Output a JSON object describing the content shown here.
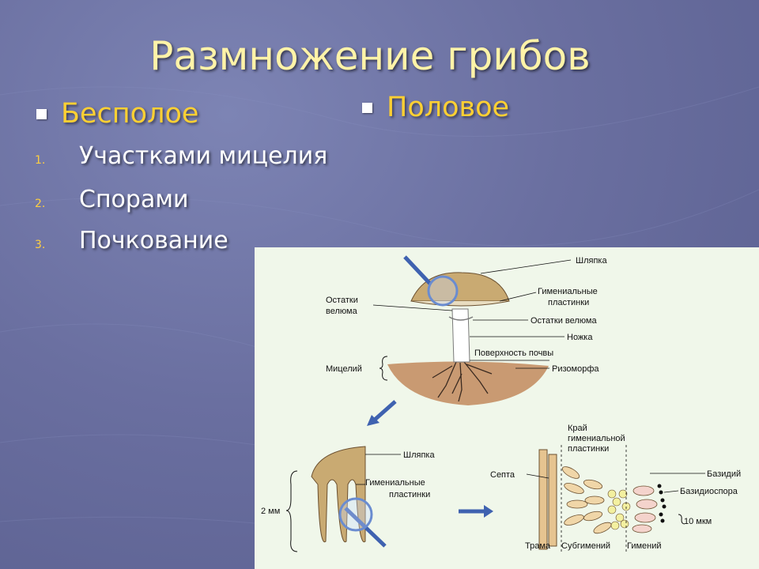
{
  "slide": {
    "title": "Размножение грибов",
    "asexual": {
      "heading": "Бесполое",
      "items": [
        {
          "num": "1.",
          "text": "Участками мицелия"
        },
        {
          "num": "2.",
          "text": "Спорами"
        },
        {
          "num": "3.",
          "text": "Почкование"
        }
      ]
    },
    "sexual": {
      "heading": "Половое"
    }
  },
  "figure": {
    "labels": {
      "cap": "Шляпка",
      "gills_1": "Гимениальные",
      "gills_2": "пластинки",
      "velum_remains_left_1": "Остатки",
      "velum_remains_left_2": "велюма",
      "velum_remains_right": "Остатки велюма",
      "stem": "Ножка",
      "soil_surface": "Поверхность почвы",
      "mycelium": "Мицелий",
      "rhizomorph": "Ризоморфа",
      "cap_2": "Шляпка",
      "gills2_1": "Гимениальные",
      "gills2_2": "пластинки",
      "scale_2mm": "2 мм",
      "edge_1": "Край",
      "edge_2": "гимениальной",
      "edge_3": "пластинки",
      "septa": "Септа",
      "basidium": "Базидий",
      "basidiospore": "Базидиоспора",
      "scale_10um": "10 мкм",
      "trama": "Трама",
      "subhymenium": "Субгимений",
      "hymenium": "Гимений"
    }
  },
  "colors": {
    "title": "#fff3a8",
    "heading": "#ffd033",
    "text": "#ffffff",
    "figure_bg": "#f0f7ea",
    "arrow": "#3f62b0"
  }
}
